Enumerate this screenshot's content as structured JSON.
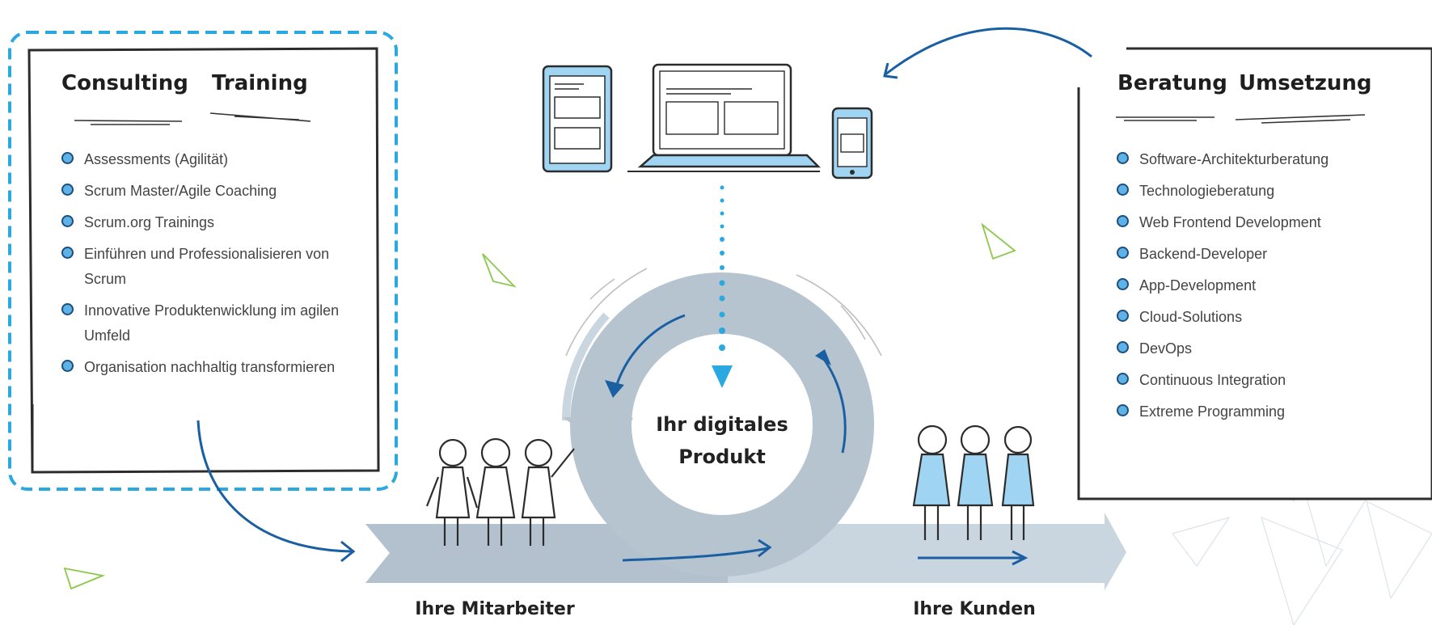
{
  "left_panel": {
    "title_1": "Consulting",
    "title_2": "Training",
    "items": [
      "Assessments (Agilität)",
      "Scrum Master/Agile Coaching",
      "Scrum.org Trainings",
      "Einführen und Professionalisieren von Scrum",
      "Innovative Produktenwicklung im agilen Umfeld",
      "Organisation nachhaltig transformieren"
    ]
  },
  "right_panel": {
    "title_1": "Beratung",
    "title_2": "Umsetzung",
    "items": [
      "Software-Architekturberatung",
      "Technologieberatung",
      "Web Frontend Development",
      "Backend-Developer",
      "App-Development",
      "Cloud-Solutions",
      "DevOps",
      "Continuous Integration",
      "Extreme Programming"
    ]
  },
  "center": {
    "line_1": "Ihr digitales",
    "line_2": "Produkt"
  },
  "bottom": {
    "left_label": "Ihre Mitarbeiter",
    "right_label": "Ihre Kunden"
  },
  "colors": {
    "accent_blue": "#1b5fa3",
    "light_blue": "#9fd4f2",
    "dashed_border": "#2aa8e0",
    "cycle_gray": "#b9c6d2",
    "arrow_gray": "#c4d0db"
  }
}
